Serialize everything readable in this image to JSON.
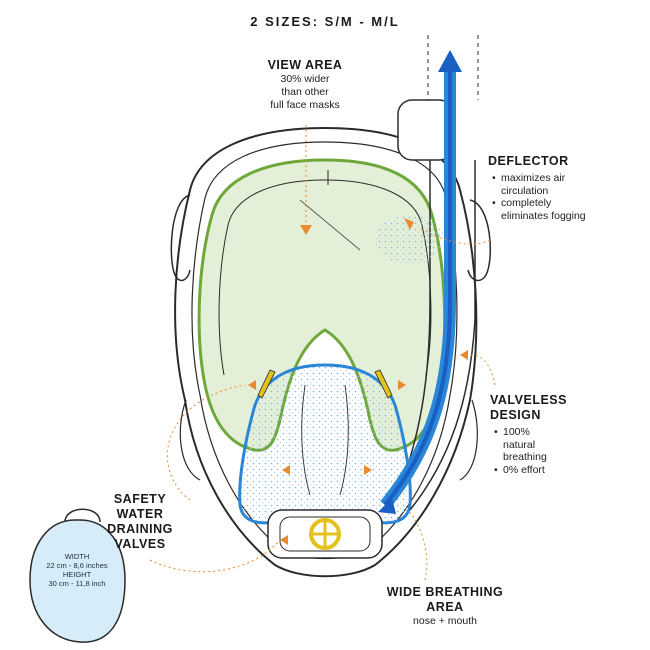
{
  "title": "2 SIZES: S/M - M/L",
  "view_area": {
    "heading": "VIEW AREA",
    "lines": [
      "30% wider",
      "than other",
      "full face masks"
    ]
  },
  "deflector": {
    "heading": "DEFLECTOR",
    "bullets": [
      "maximizes air circulation",
      "completely eliminates fogging"
    ]
  },
  "valveless": {
    "heading_lines": [
      "VALVELESS",
      "DESIGN"
    ],
    "bullets": [
      "100% natural breathing",
      "0% effort"
    ]
  },
  "safety": {
    "heading_lines": [
      "SAFETY",
      "WATER",
      "DRAINING",
      "VALVES"
    ]
  },
  "breathing": {
    "heading_lines": [
      "WIDE BREATHING",
      "AREA"
    ],
    "sub": "nose + mouth"
  },
  "size_badge": {
    "width_label": "WIDTH",
    "width_value": "22 cm - 8,6 inches",
    "height_label": "HEIGHT",
    "height_value": "30 cm - 11,8 inch"
  },
  "colors": {
    "view_green": "#6ea83a",
    "view_fill": "#e3efd6",
    "breath_blue": "#2a86d6",
    "air_blue": "#1a5fc4",
    "valve_yellow": "#e3c21d",
    "arrow_orange": "#e98a2e",
    "badge_fill": "#d6ecf8",
    "outline": "#2b2b2b"
  }
}
